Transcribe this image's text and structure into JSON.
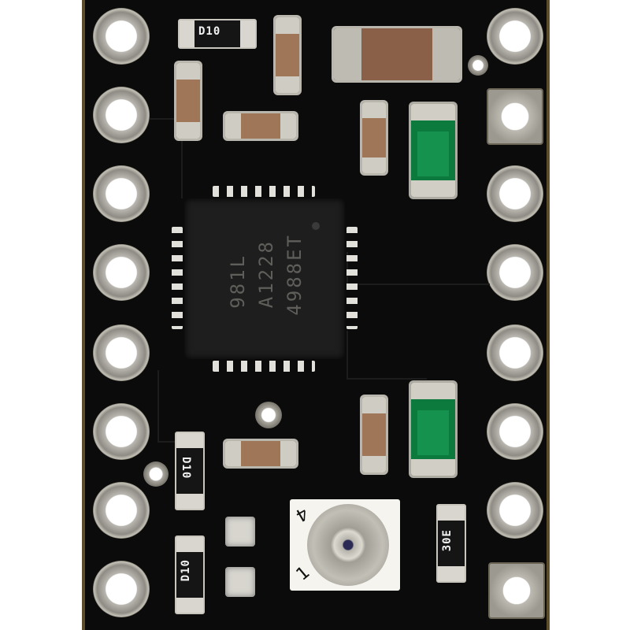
{
  "image": {
    "subject": "stepper motor driver carrier board",
    "background_color": "#ffffff",
    "board_color": "#0b0b0b",
    "board_edge_color": "#5c4e2a"
  },
  "chip": {
    "line1": "4988ET",
    "line2": "A1228",
    "line3": "981L",
    "color": "#1e1e1e",
    "marking_color": "#5f5e5a"
  },
  "resistors": [
    {
      "label": "D10",
      "orientation": "horizontal"
    },
    {
      "label": "D10",
      "orientation": "vertical"
    },
    {
      "label": "D10",
      "orientation": "vertical"
    },
    {
      "label": "30E",
      "orientation": "vertical"
    }
  ],
  "potentiometer": {
    "mark_top": "4",
    "mark_bottom": "1"
  },
  "pins": {
    "left_count": 8,
    "right_count": 8
  },
  "colors": {
    "capacitor": "#a07658",
    "diode": "#14924e",
    "solder": "#d8d6cf"
  }
}
